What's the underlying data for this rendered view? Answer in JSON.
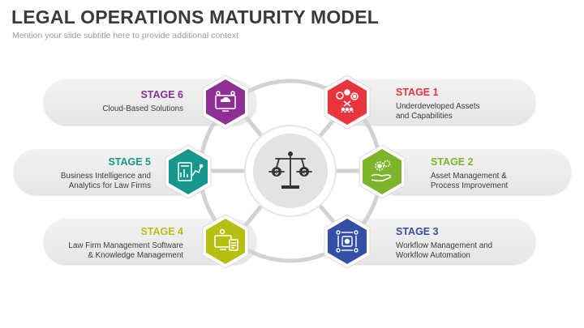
{
  "header": {
    "title": "LEGAL OPERATIONS MATURITY MODEL",
    "subtitle": "Mention your slide subtitle here to provide additional context"
  },
  "center": {
    "icon": "scales-of-justice-dollar-icon"
  },
  "stages": [
    {
      "label": "STAGE 1",
      "description": "Underdeveloped Assets\nand Capabilities",
      "color": "#e8343c",
      "icon": "ideas-gears-team-icon"
    },
    {
      "label": "STAGE 2",
      "description": "Asset Management &\nProcess Improvement",
      "color": "#7cb52b",
      "icon": "hand-gears-icon"
    },
    {
      "label": "STAGE 3",
      "description": "Workflow Management and\nWorkflow Automation",
      "color": "#3450a6",
      "icon": "workflow-automation-icon"
    },
    {
      "label": "STAGE 4",
      "description": "Law Firm Management Software\n& Knowledge Management",
      "color": "#b7bf12",
      "icon": "monitor-document-icon"
    },
    {
      "label": "STAGE 5",
      "description": "Business Intelligence and\nAnalytics for Law Firms",
      "color": "#17978c",
      "icon": "analytics-charts-icon"
    },
    {
      "label": "STAGE 6",
      "description": "Cloud-Based Solutions",
      "color": "#8e2f94",
      "icon": "cloud-computer-icon"
    }
  ]
}
